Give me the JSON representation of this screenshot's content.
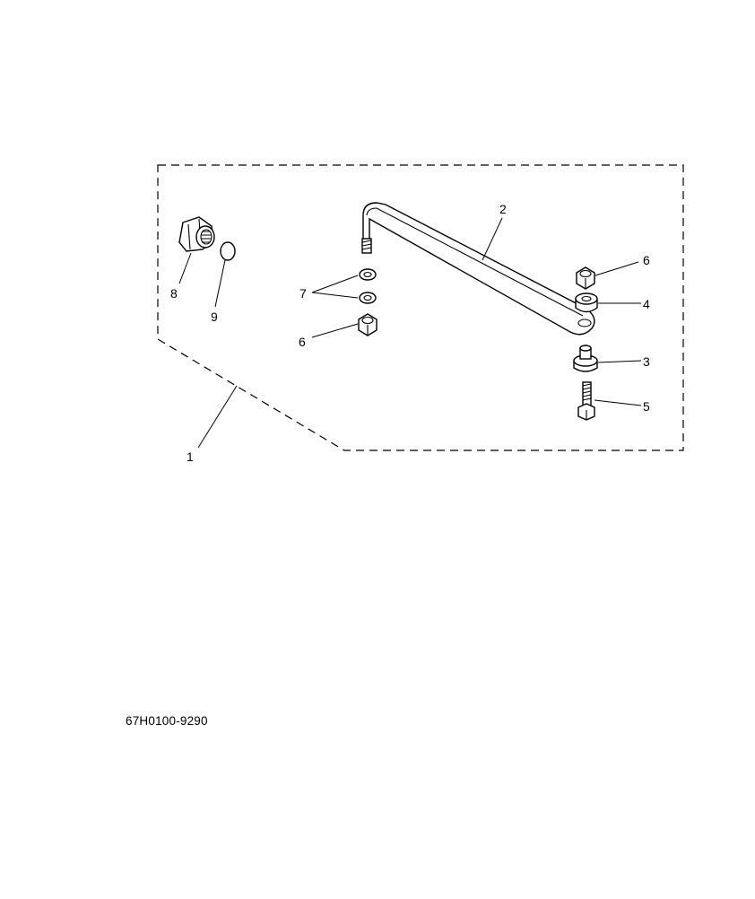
{
  "callouts": {
    "kit": "1",
    "link_rod": "2",
    "collar": "3",
    "bushing": "4",
    "bolt": "5",
    "nut_right": "6",
    "nut_left": "6",
    "washers": "7",
    "cable_nut": "8",
    "o_ring": "9"
  },
  "drawing_number": "67H0100-9290"
}
